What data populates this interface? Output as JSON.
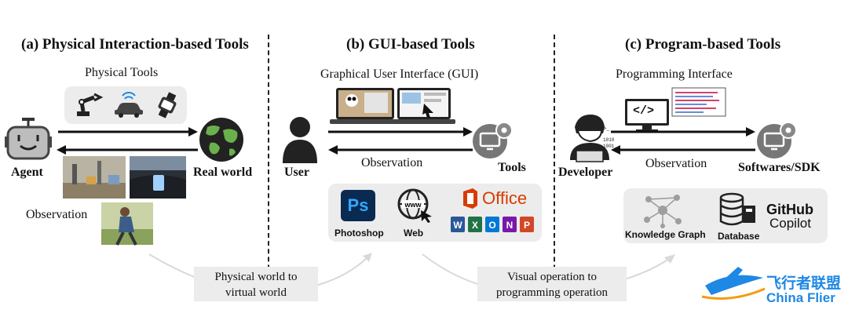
{
  "sections": {
    "a": {
      "title": "(a) Physical Interaction-based Tools",
      "tools_label": "Physical  Tools",
      "agent_label": "Agent",
      "world_label": "Real world",
      "observation_label": "Observation"
    },
    "b": {
      "title": "(b) GUI-based Tools",
      "gui_label": "Graphical User Interface (GUI)",
      "user_label": "User",
      "tools_label": "Tools",
      "observation_label": "Observation",
      "apps": [
        "Photoshop",
        "Web"
      ],
      "office_label": "Office",
      "ps_badge": "Ps"
    },
    "c": {
      "title": "(c) Program-based Tools",
      "prog_label": "Programming Interface",
      "developer_label": "Developer",
      "softwares_label": "Softwares/SDK",
      "observation_label": "Observation",
      "apps": [
        "Knowledge Graph",
        "Database"
      ],
      "github_line1": "GitHub",
      "github_line2": "Copilot",
      "code_glyph": "</>"
    }
  },
  "transitions": {
    "t1": {
      "line1": "Physical world to",
      "line2": "virtual world"
    },
    "t2": {
      "line1": "Visual operation to",
      "line2": "programming operation"
    }
  },
  "watermark": {
    "cn": "飞行者联盟",
    "en": "China Flier"
  },
  "colors": {
    "accent_blue": "#1e88e5",
    "panel_gray": "#ececec",
    "ps_blue": "#0a2a52",
    "office_red": "#d83b01"
  }
}
